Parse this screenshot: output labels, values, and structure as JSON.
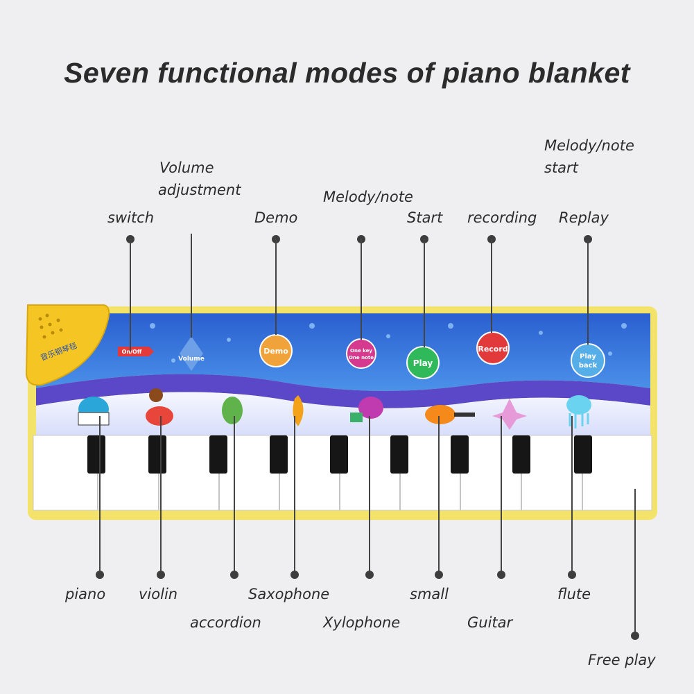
{
  "title": "Seven functional modes of piano blanket",
  "labels": {
    "switch": "switch",
    "volume": [
      "Volume",
      "adjustment"
    ],
    "demo": "Demo",
    "melody_note": "Melody/note",
    "start": "Start",
    "recording": "recording",
    "melody_note_start": [
      "Melody/note",
      "start"
    ],
    "replay": "Replay",
    "piano": "piano",
    "violin": "violin",
    "accordion": "accordion",
    "saxophone": "Saxophone",
    "xylophone": "Xylophone",
    "small": "small",
    "guitar": "Guitar",
    "flute": "flute",
    "free_play": "Free play"
  },
  "mat_buttons": {
    "on_off": "On/Off",
    "volume": "Volume",
    "demo": "Demo",
    "one_key_line1": "One key",
    "one_key_line2": "One note",
    "play": "Play",
    "record": "Record",
    "playback_line1": "Play",
    "playback_line2": "back"
  },
  "speaker_text": "音乐钢琴毯",
  "colors": {
    "mat_border": "#f3e36a",
    "mat_blue": "#2e6ad6",
    "mat_purple": "#5a48c8",
    "demo": "#f0a33a",
    "one_key": "#d63a8e",
    "play": "#2fb95a",
    "record": "#e23a3a",
    "playback": "#56aee8"
  }
}
